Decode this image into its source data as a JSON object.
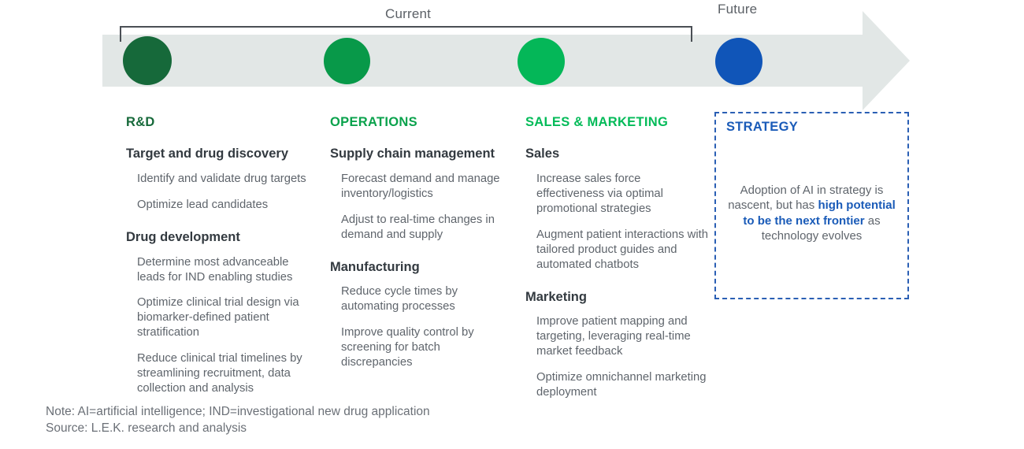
{
  "colors": {
    "band": "#e2e7e6",
    "node_rd": "#16693a",
    "node_operations": "#089949",
    "node_sales": "#04b758",
    "node_strategy": "#1055b8",
    "bracket": "#4a4f55",
    "title_rd": "#16693a",
    "title_operations": "#0aa24c",
    "title_sales": "#04bb59",
    "strategy_accent": "#1a5bb8",
    "body_text": "#5f656c",
    "heading_text": "#333a40"
  },
  "timeline": {
    "phase_current_label": "Current",
    "phase_future_label": "Future",
    "nodes": [
      {
        "name": "rd-node",
        "color": "#16693a"
      },
      {
        "name": "operations-node",
        "color": "#089949"
      },
      {
        "name": "sales-node",
        "color": "#04b758"
      },
      {
        "name": "strategy-node",
        "color": "#1055b8"
      }
    ]
  },
  "columns": [
    {
      "id": "rd",
      "title": "R&D",
      "title_color": "#16693a",
      "groups": [
        {
          "title": "Target and drug discovery",
          "bullets": [
            "Identify and validate drug targets",
            "Optimize lead candidates"
          ]
        },
        {
          "title": "Drug development",
          "bullets": [
            "Determine most advanceable leads for IND enabling studies",
            "Optimize clinical trial design via biomarker-defined patient stratification",
            "Reduce clinical trial timelines by streamlining recruitment, data collection and analysis"
          ]
        }
      ]
    },
    {
      "id": "operations",
      "title": "OPERATIONS",
      "title_color": "#0aa24c",
      "groups": [
        {
          "title": "Supply chain management",
          "bullets": [
            "Forecast demand and manage inventory/logistics",
            "Adjust to real-time changes in demand and supply"
          ]
        },
        {
          "title": "Manufacturing",
          "bullets": [
            "Reduce cycle times by automating processes",
            "Improve quality control by screening for batch discrepancies"
          ]
        }
      ]
    },
    {
      "id": "sales-marketing",
      "title": "SALES & MARKETING",
      "title_color": "#04bb59",
      "groups": [
        {
          "title": "Sales",
          "bullets": [
            "Increase sales force effectiveness via optimal promotional strategies",
            "Augment patient interactions with tailored product guides and automated chatbots"
          ]
        },
        {
          "title": "Marketing",
          "bullets": [
            "Improve patient mapping and targeting, leveraging real-time market feedback",
            "Optimize omnichannel marketing deployment"
          ]
        }
      ]
    }
  ],
  "strategy": {
    "title": "STRATEGY",
    "body_before": "Adoption of AI in strategy is nascent, but has ",
    "body_highlight": "high potential to be the next frontier",
    "body_after": " as technology evolves"
  },
  "footer": {
    "note": "Note: AI=artificial intelligence; IND=investigational new drug application",
    "source": "Source: L.E.K. research and analysis"
  }
}
